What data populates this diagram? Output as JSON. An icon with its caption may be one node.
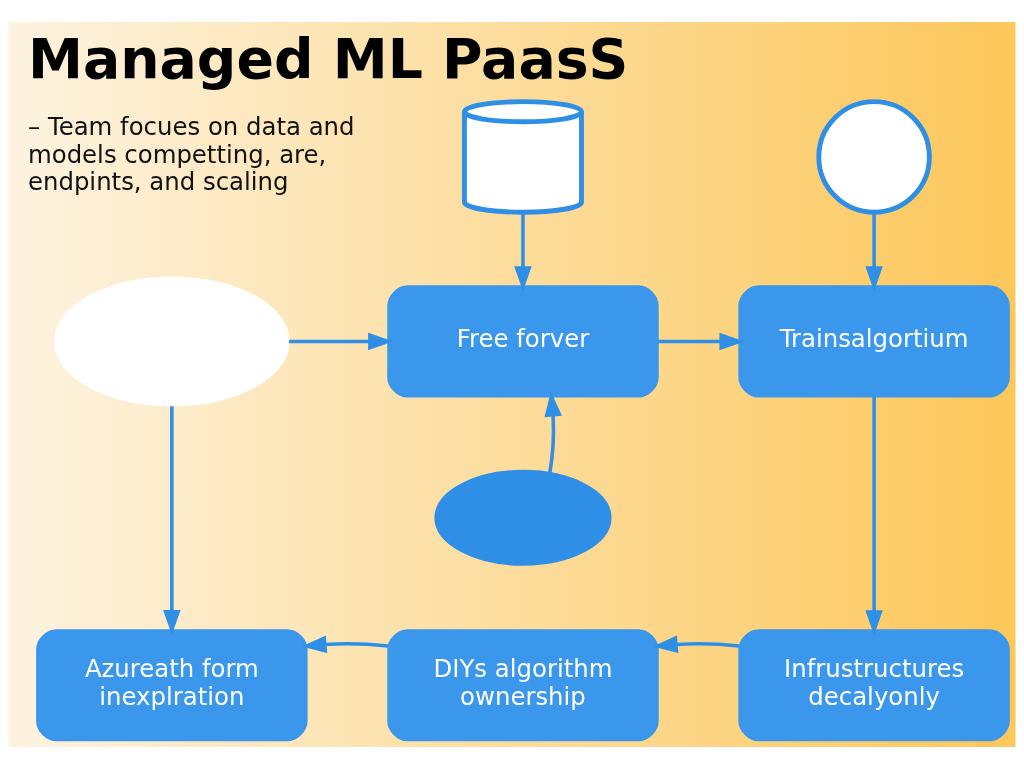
{
  "diagram": {
    "title": "Managed ML PaasS",
    "nodes": [
      {
        "text": [],
        "shape": "cylinder"
      },
      {
        "text": [],
        "shape": "circle"
      },
      {
        "text": [],
        "shape": "cloud"
      },
      {
        "text": [
          "Free forver"
        ]
      },
      {
        "text": [
          "Trainsalgortium"
        ]
      },
      {
        "text": [],
        "shape": "cloud"
      },
      {
        "text": [
          "Azureath form inexplration"
        ]
      },
      {
        "text": [
          "DIYs algorithm ownership"
        ]
      },
      {
        "text": [
          "Infrustructures decalyonly"
        ]
      }
    ],
    "edges": [
      {
        "from": 0,
        "to": 3,
        "arrow": "to"
      },
      {
        "from": 1,
        "to": 4,
        "arrow": "to"
      },
      {
        "from": 2,
        "to": 3,
        "arrow": "to"
      },
      {
        "from": 3,
        "to": 4,
        "arrow": "to"
      },
      {
        "from": 5,
        "to": 3,
        "arrow": "to"
      },
      {
        "from": 2,
        "to": 6,
        "arrow": "to"
      },
      {
        "from": 4,
        "to": 8,
        "arrow": "to"
      },
      {
        "from": 8,
        "to": 7,
        "arrow": "to"
      },
      {
        "from": 7,
        "to": 6,
        "arrow": "to"
      }
    ],
    "labels": [
      "– Team focues on data and models competting, are, endpints, and scaling"
    ]
  }
}
